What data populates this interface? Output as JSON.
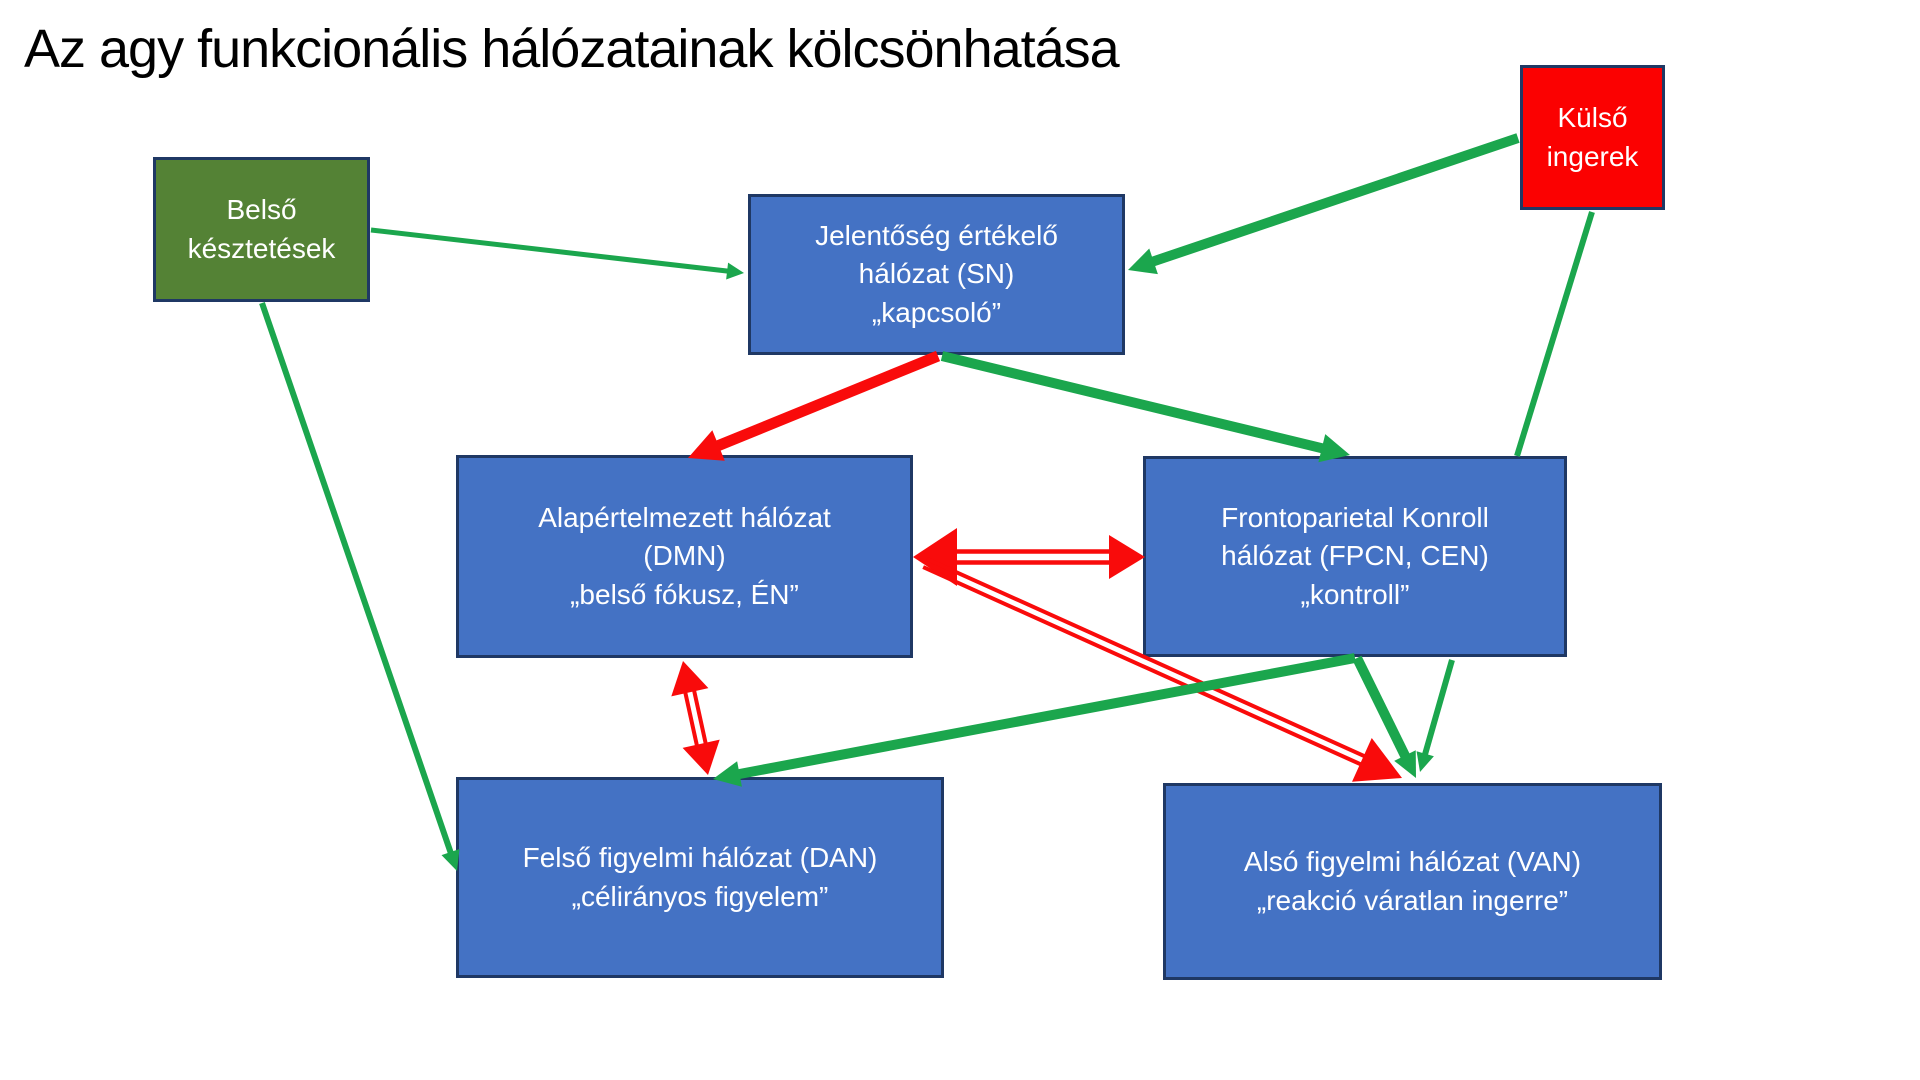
{
  "title": "Az agy funkcionális hálózatainak kölcsönhatása",
  "colors": {
    "arrow_green": "#1BA64D",
    "arrow_red": "#F90B0B",
    "box_blue": "#4472C4",
    "box_olive": "#548235",
    "box_red": "#FB0101",
    "box_border": "#1F3864",
    "text_white": "#FFFFFF",
    "title_color": "#000000"
  },
  "boxes": {
    "belso": {
      "label": "Belső\nkésztetések",
      "fill": "olive"
    },
    "kulso": {
      "label": "Külső\ningerek",
      "fill": "red"
    },
    "sn": {
      "label": "Jelentőség értékelő\nhálózat (SN)\n„kapcsoló”",
      "fill": "blue"
    },
    "dmn": {
      "label": "Alapértelmezett hálózat\n(DMN)\n„belső fókusz, ÉN”",
      "fill": "blue"
    },
    "fpcn": {
      "label": "Frontoparietal Konroll\nhálózat (FPCN, CEN)\n„kontroll”",
      "fill": "blue"
    },
    "dan": {
      "label": "Felső figyelmi hálózat (DAN)\n„célirányos figyelem”",
      "fill": "blue"
    },
    "van": {
      "label": "Alsó figyelmi hálózat (VAN)\n„reakció váratlan ingerre”",
      "fill": "blue"
    }
  },
  "arrows": [
    {
      "id": "belso-to-sn",
      "from": "belso",
      "to": "sn",
      "color": "green",
      "style": "solid",
      "bidirectional": false
    },
    {
      "id": "belso-to-dan",
      "from": "belso",
      "to": "dan",
      "color": "green",
      "style": "solid",
      "bidirectional": false
    },
    {
      "id": "kulso-to-sn",
      "from": "kulso",
      "to": "sn",
      "color": "green",
      "style": "solid",
      "bidirectional": false
    },
    {
      "id": "kulso-to-van",
      "from": "kulso",
      "to": "van",
      "color": "green",
      "style": "solid",
      "bidirectional": false,
      "note": "passes behind fpcn box"
    },
    {
      "id": "sn-to-dmn",
      "from": "sn",
      "to": "dmn",
      "color": "red",
      "style": "solid",
      "bidirectional": false
    },
    {
      "id": "sn-to-fpcn",
      "from": "sn",
      "to": "fpcn",
      "color": "green",
      "style": "solid",
      "bidirectional": false
    },
    {
      "id": "dmn-fpcn",
      "from": "dmn",
      "to": "fpcn",
      "color": "red",
      "style": "double-line",
      "bidirectional": true
    },
    {
      "id": "dmn-dan",
      "from": "dmn",
      "to": "dan",
      "color": "red",
      "style": "double-line",
      "bidirectional": true
    },
    {
      "id": "dmn-van",
      "from": "dmn",
      "to": "van",
      "color": "red",
      "style": "double-line",
      "bidirectional": true
    },
    {
      "id": "fpcn-to-dan",
      "from": "fpcn",
      "to": "dan",
      "color": "green",
      "style": "solid",
      "bidirectional": false
    },
    {
      "id": "fpcn-to-van",
      "from": "fpcn",
      "to": "van",
      "color": "green",
      "style": "solid",
      "bidirectional": false
    }
  ]
}
